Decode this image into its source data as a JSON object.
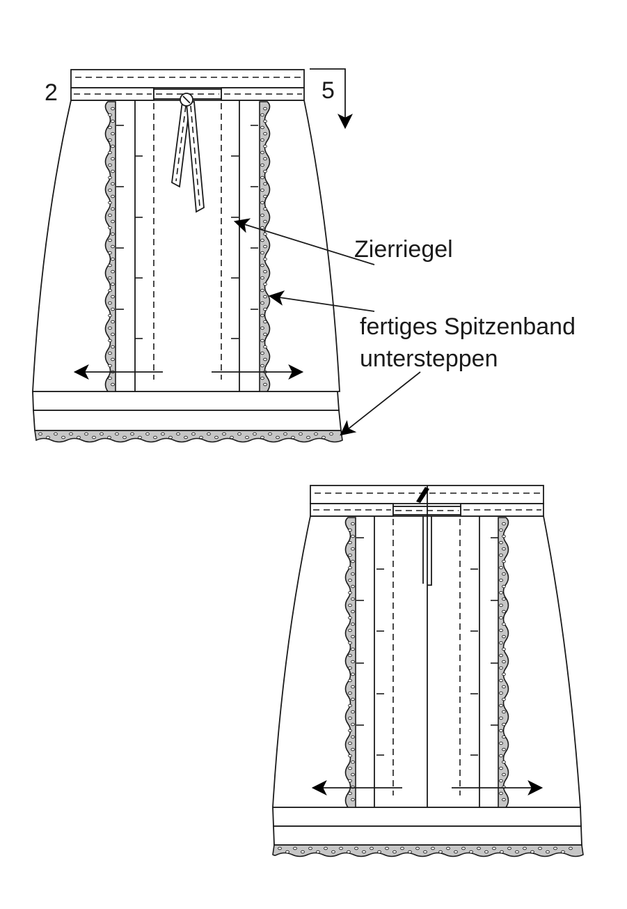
{
  "labels": {
    "step_2": "2",
    "step_5": "5",
    "zierriegel": "Zierriegel",
    "lace_line1": "fertiges Spitzenband",
    "lace_line2": "untersteppen"
  },
  "colors": {
    "line": "#1a1a1a",
    "lace_fill": "#c6c6c6",
    "background": "#ffffff"
  }
}
